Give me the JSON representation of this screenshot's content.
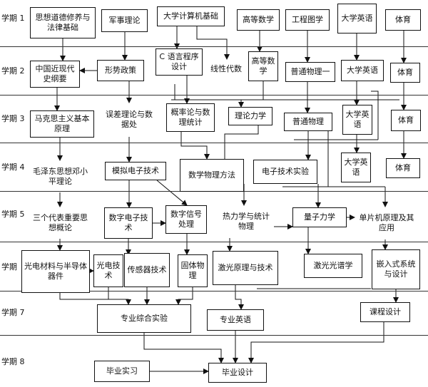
{
  "terms": [
    {
      "id": "t1",
      "label": "学期 1"
    },
    {
      "id": "t2",
      "label": "学期 2"
    },
    {
      "id": "t3",
      "label": "学期 3"
    },
    {
      "id": "t4",
      "label": "学期 4"
    },
    {
      "id": "t5",
      "label": "学期 5"
    },
    {
      "id": "t6",
      "label": "学期"
    },
    {
      "id": "t7",
      "label": "学期 7"
    },
    {
      "id": "t8",
      "label": "学期 8"
    }
  ],
  "courses": {
    "c1": "思想道德修养与法律基础",
    "c2": "军事理论",
    "c3": "大学计算机基础",
    "c4": "高等数学",
    "c5": "工程图学",
    "c6": "大学英语",
    "c7": "体育",
    "c8": "中国近现代史纲要",
    "c9": "形势政策",
    "c10": "C 语言程序设计",
    "c11": "线性代数",
    "c12": "高等数学",
    "c13": "普通物理一",
    "c14": "大学英语",
    "c15": "体育",
    "c16": "马克思主义基本原理",
    "c17": "误差理论与数据处",
    "c18": "概率论与数理统计",
    "c19": "理论力学",
    "c20": "普通物理",
    "c21": "大学英语",
    "c22": "体育",
    "c23": "毛泽东思想邓小平理论",
    "c24": "模拟电子技术",
    "c25": "数学物理方法",
    "c26": "电子技术实验",
    "c27": "大学英语",
    "c28": "体育",
    "c29": "三个代表重要思想概论",
    "c30": "数字电子技术",
    "c31": "数字信号处理",
    "c32": "热力学与统计物理",
    "c33": "量子力学",
    "c34": "单片机原理及其应用",
    "c35": "光电材料与半导体器件",
    "c36": "光电技术",
    "c37": "传感器技术",
    "c38": "固体物理",
    "c39": "激光原理与技术",
    "c40": "激光光谱学",
    "c41": "嵌入式系统与设计",
    "c42": "专业综合实验",
    "c43": "专业英语",
    "c44": "课程设计",
    "c45": "毕业实习",
    "c46": "毕业设计"
  }
}
